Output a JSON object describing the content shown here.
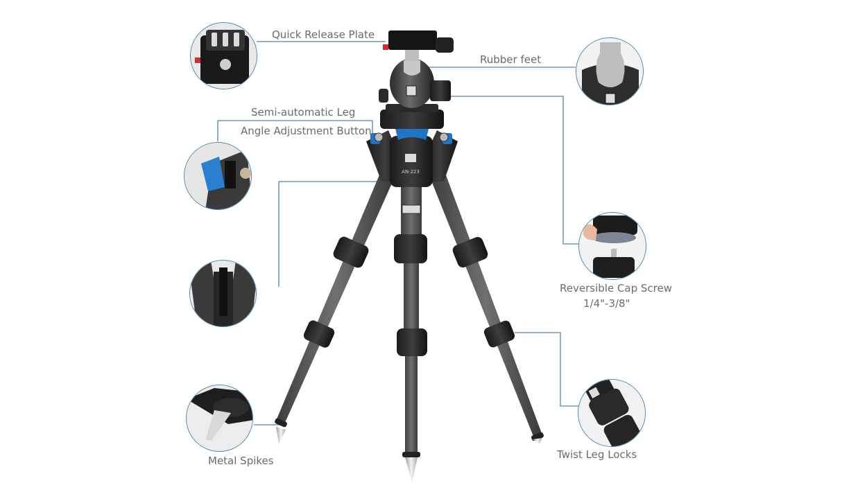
{
  "figure": {
    "subject": "Carbon fiber travel tripod with ball head",
    "model_mark": "AN-223",
    "accent_colors": {
      "leader_line": "#4f86a8",
      "label_text": "#6b6b6b",
      "leg_lock_blue": "#1f74c4",
      "carbon": "#5a5a5a"
    }
  },
  "callouts": [
    {
      "id": "quick-release-plate",
      "label": "Quick Release Plate"
    },
    {
      "id": "rubber-feet",
      "label": "Rubber feet"
    },
    {
      "id": "leg-angle-button",
      "label_line1": "Semi-automatic Leg",
      "label_line2": "Angle Adjustment Button"
    },
    {
      "id": "center-hook",
      "label": ""
    },
    {
      "id": "reversible-cap-screw",
      "label_line1": "Reversible Cap Screw",
      "label_line2": "1/4\"-3/8\""
    },
    {
      "id": "metal-spikes",
      "label": "Metal Spikes"
    },
    {
      "id": "twist-leg-locks",
      "label": "Twist Leg Locks"
    }
  ]
}
